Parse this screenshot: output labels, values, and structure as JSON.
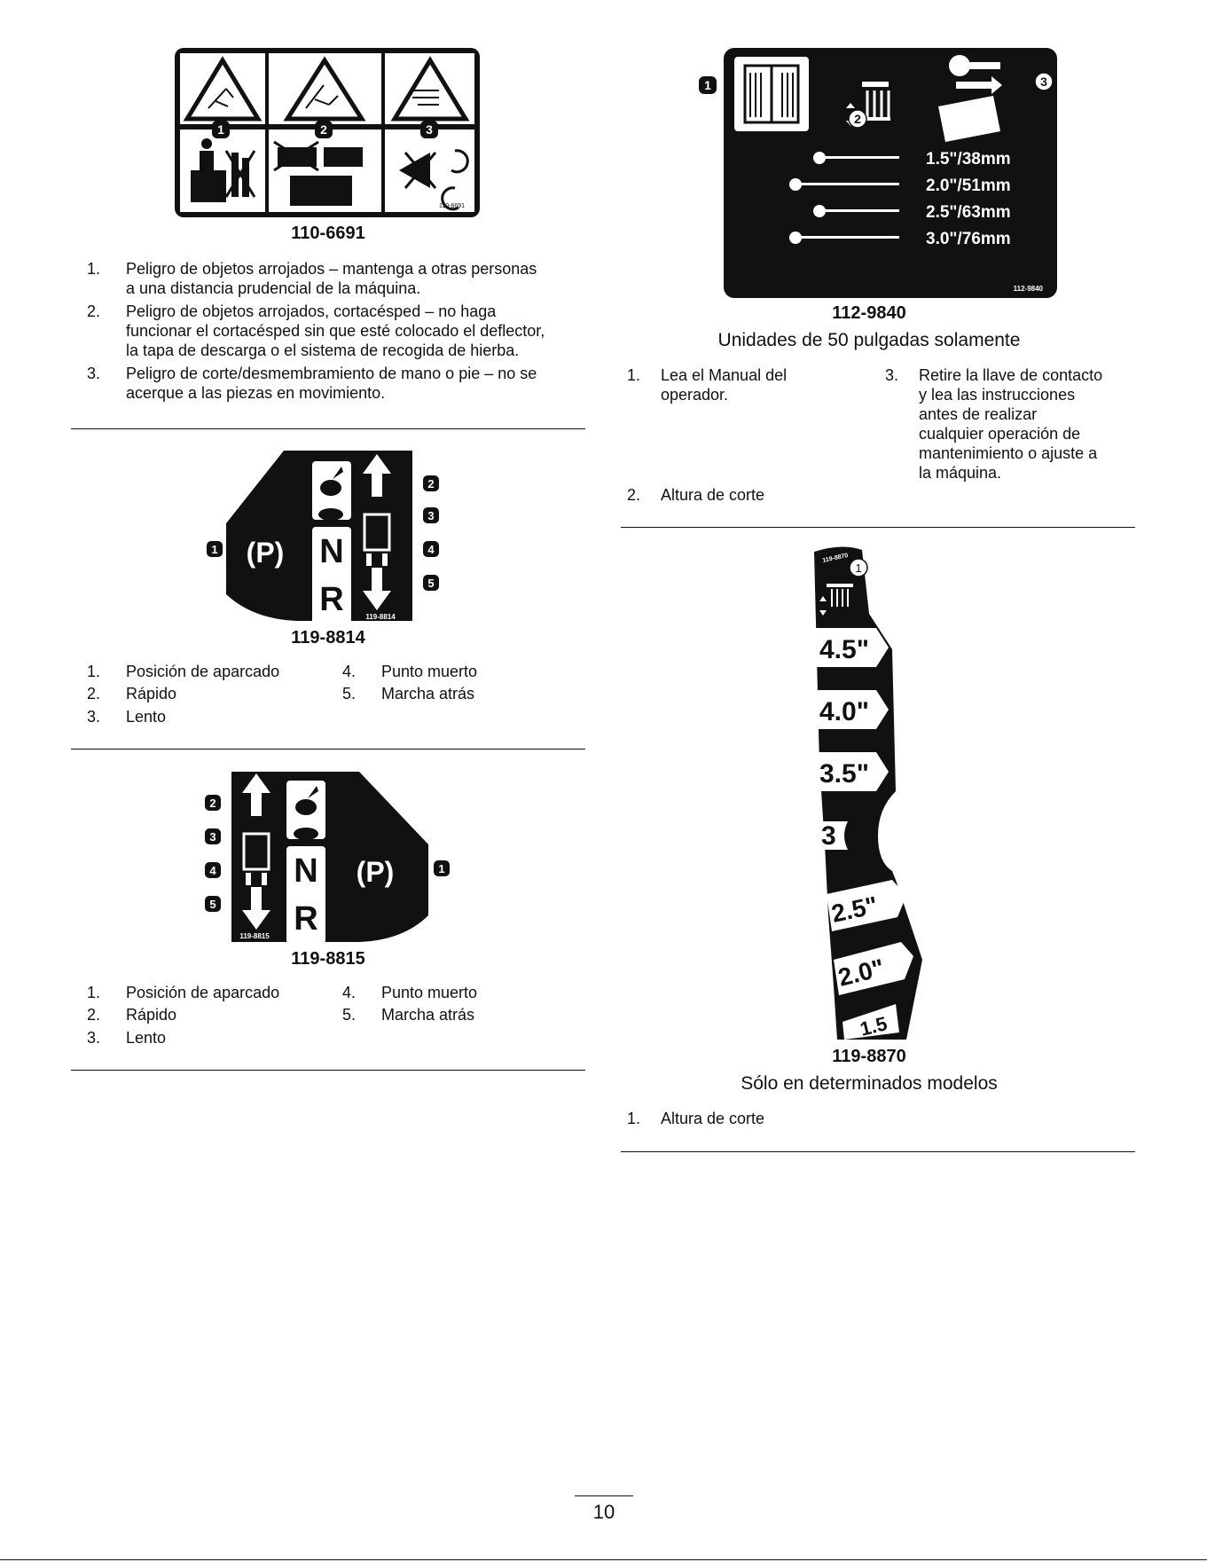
{
  "decal_6691": {
    "code": "110-6691",
    "small_code": "110-6691",
    "callouts": [
      "1",
      "2",
      "3"
    ],
    "items": [
      {
        "n": "1.",
        "lines": [
          "Peligro de objetos arrojados – mantenga a otras personas",
          "a una distancia prudencial de la máquina."
        ]
      },
      {
        "n": "2.",
        "lines": [
          "Peligro de objetos arrojados, cortacésped – no haga",
          "funcionar el cortacésped sin que esté colocado el deflector,",
          "la tapa de descarga o el sistema de recogida de hierba."
        ]
      },
      {
        "n": "3.",
        "lines": [
          "Peligro de corte/desmembramiento de mano o pie – no se",
          "acerque a las piezas en movimiento."
        ]
      }
    ]
  },
  "decal_8814": {
    "code": "119-8814",
    "small_code": "119-8814",
    "park_symbol": "(P)",
    "letters": [
      "N",
      "R"
    ],
    "callouts": [
      "1",
      "2",
      "3",
      "4",
      "5"
    ],
    "items_left": [
      {
        "n": "1.",
        "text": "Posición de aparcado"
      },
      {
        "n": "2.",
        "text": "Rápido"
      },
      {
        "n": "3.",
        "text": "Lento"
      }
    ],
    "items_right": [
      {
        "n": "4.",
        "text": "Punto muerto"
      },
      {
        "n": "5.",
        "text": "Marcha atrás"
      }
    ]
  },
  "decal_8815": {
    "code": "119-8815",
    "small_code": "119-8815",
    "park_symbol": "(P)",
    "letters": [
      "N",
      "R"
    ],
    "callouts": [
      "1",
      "2",
      "3",
      "4",
      "5"
    ],
    "items_left": [
      {
        "n": "1.",
        "text": "Posición de aparcado"
      },
      {
        "n": "2.",
        "text": "Rápido"
      },
      {
        "n": "3.",
        "text": "Lento"
      }
    ],
    "items_right": [
      {
        "n": "4.",
        "text": "Punto muerto"
      },
      {
        "n": "5.",
        "text": "Marcha atrás"
      }
    ]
  },
  "decal_9840": {
    "code": "112-9840",
    "small_code": "112-9840",
    "subtitle": "Unidades de 50 pulgadas solamente",
    "callouts": [
      "1",
      "2",
      "3"
    ],
    "heights": [
      "1.5\"/38mm",
      "2.0\"/51mm",
      "2.5\"/63mm",
      "3.0\"/76mm"
    ],
    "item1": {
      "n": "1.",
      "lines": [
        "Lea el Manual del",
        "operador."
      ]
    },
    "item2": {
      "n": "2.",
      "text": "Altura de corte"
    },
    "item3": {
      "n": "3.",
      "lines": [
        "Retire la llave de contacto",
        "y lea las instrucciones",
        "antes de realizar",
        "cualquier operación de",
        "mantenimiento o ajuste a",
        "la máquina."
      ]
    }
  },
  "decal_8870": {
    "code": "119-8870",
    "small_code": "119-8870",
    "subtitle": "Sólo en determinados modelos",
    "callout": "1",
    "marks": [
      "4.5\"",
      "4.0\"",
      "3.5\"",
      "3",
      "2.5\"",
      "2.0\"",
      "1.5"
    ],
    "item1": {
      "n": "1.",
      "text": "Altura de corte"
    }
  },
  "page_number": "10"
}
